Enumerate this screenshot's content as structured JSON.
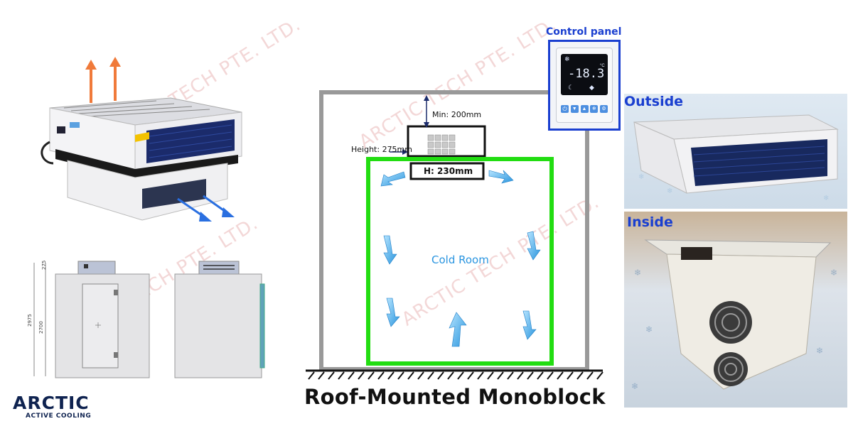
{
  "watermark": "ARCTIC TECH PTE. LTD.",
  "diagram": {
    "title": "Roof-Mounted Monoblock",
    "min_clearance": "Min: 200mm",
    "unit_height": "Height: 275mm",
    "inner_height": "H: 230mm",
    "room_label": "Cold Room"
  },
  "control_panel": {
    "label": "Control panel",
    "display_value": "-18.3",
    "unit": "°C"
  },
  "photos": {
    "outside_label": "Outside",
    "inside_label": "Inside"
  },
  "drawing": {
    "dim_top": "275",
    "dim_total": "2975",
    "dim_body": "2700"
  },
  "logo": {
    "word": "ARCTIC",
    "tagline": "ACTIVE COOLING"
  },
  "colors": {
    "accent_blue": "#1a3fd0",
    "room_green": "#22dd11",
    "airflow_blue": "#2fa8e8",
    "exhaust_orange": "#f07a3a"
  }
}
